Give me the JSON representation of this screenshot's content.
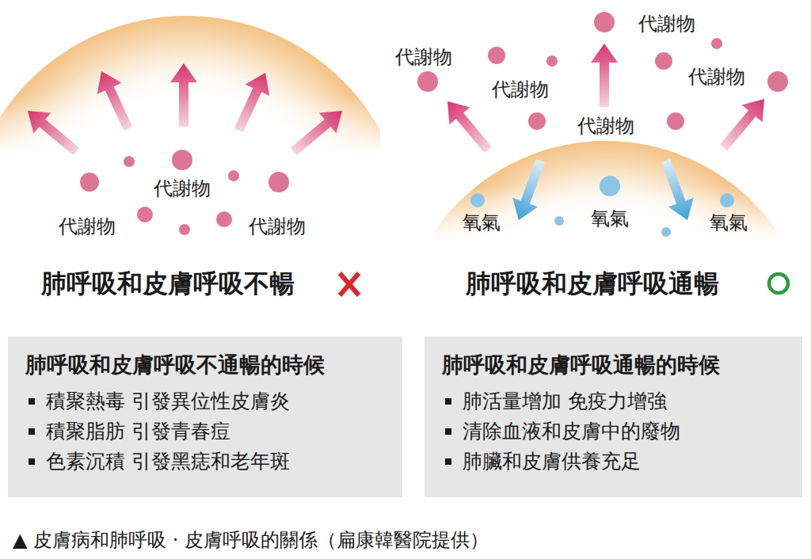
{
  "diagram": {
    "caption": "▲ 皮膚病和肺呼吸 · 皮膚呼吸的關係（扁康韓醫院提供）",
    "nodes": [
      {
        "text": [
          "肺呼吸和皮膚呼吸不通暢的時候",
          "積聚熱毒 引發異位性皮膚炎",
          "積聚脂肪 引發青春痘",
          "色素沉積 引發黑痣和老年斑"
        ]
      },
      {
        "text": [
          "肺呼吸和皮膚呼吸通暢的時候",
          "肺活量增加 免疫力增強",
          "清除血液和皮膚中的廢物",
          "肺臟和皮膚供養充足"
        ]
      }
    ],
    "labels": [
      "代謝物",
      "代謝物",
      "代謝物",
      "代謝物",
      "代謝物",
      "代謝物",
      "代謝物",
      "代謝物",
      "氧氣",
      "氧氣",
      "氧氣",
      "肺呼吸和皮膚呼吸不暢",
      "肺呼吸和皮膚呼吸通暢"
    ]
  }
}
